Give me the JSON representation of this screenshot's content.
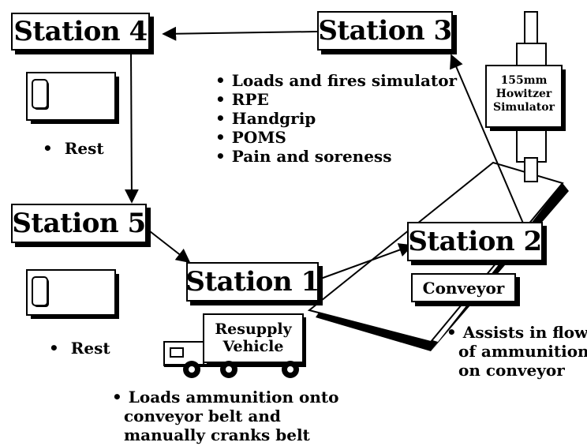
{
  "stations": {
    "s1": "Station 1",
    "s2": "Station 2",
    "s3": "Station 3",
    "s4": "Station 4",
    "s5": "Station 5"
  },
  "station3_activities": [
    "Loads and fires simulator",
    "RPE",
    "Handgrip",
    "POMS",
    "Pain and soreness"
  ],
  "station4_rest": "Rest",
  "station5_rest": "Rest",
  "howitzer": {
    "line1": "155mm",
    "line2": "Howitzer",
    "line3": "Simulator"
  },
  "conveyor_label": "Conveyor",
  "conveyor_note": {
    "line1": "Assists in flow",
    "line2": "of ammunition",
    "line3": "on conveyor"
  },
  "vehicle": {
    "line1": "Resupply",
    "line2": "Vehicle"
  },
  "station1_note": {
    "line1": "Loads ammunition onto",
    "line2": "conveyor belt and",
    "line3": "manually cranks belt"
  }
}
